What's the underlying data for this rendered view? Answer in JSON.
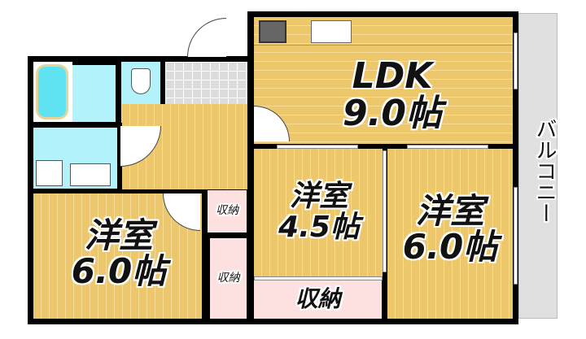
{
  "rooms": {
    "ldk": {
      "name": "LDK",
      "size": "9.0帖"
    },
    "western_left": {
      "name": "洋室",
      "size": "6.0帖"
    },
    "western_middle": {
      "name": "洋室",
      "size": "4.5帖"
    },
    "western_right": {
      "name": "洋室",
      "size": "6.0帖"
    },
    "balcony": {
      "name": "バルコニー"
    },
    "storage_small": {
      "name": "収納"
    },
    "storage_tall": {
      "name": "収納"
    },
    "storage_bottom": {
      "name": "収納"
    }
  }
}
